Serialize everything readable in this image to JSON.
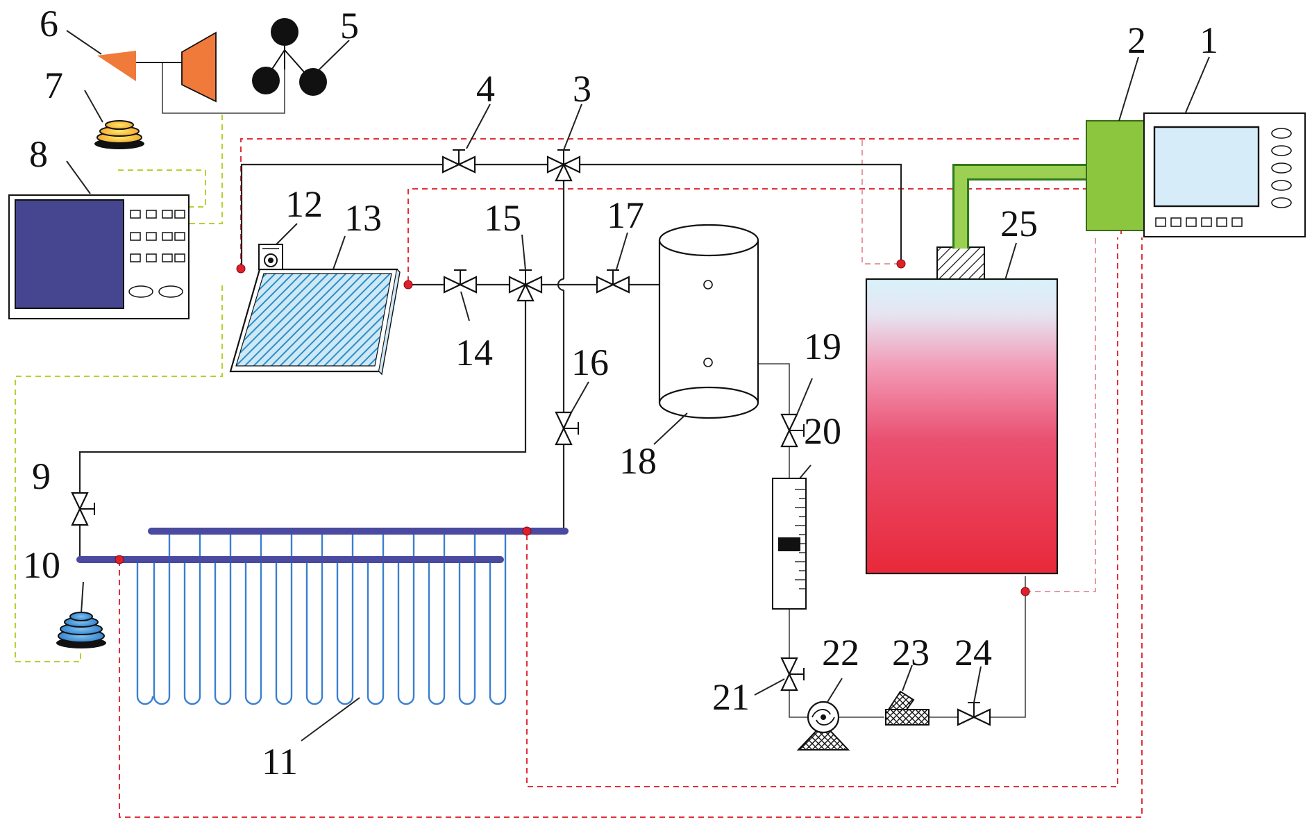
{
  "labels": {
    "l1": "1",
    "l2": "2",
    "l3": "3",
    "l4": "4",
    "l5": "5",
    "l6": "6",
    "l7": "7",
    "l8": "8",
    "l9": "9",
    "l10": "10",
    "l11": "11",
    "l12": "12",
    "l13": "13",
    "l14": "14",
    "l15": "15",
    "l16": "16",
    "l17": "17",
    "l18": "18",
    "l19": "19",
    "l20": "20",
    "l21": "21",
    "l22": "22",
    "l23": "23",
    "l24": "24",
    "l25": "25"
  },
  "colors": {
    "pipe": "#222222",
    "red_signal_line": "#e0303a",
    "pink_signal_line": "#e59aa4",
    "green_signal_line": "#b8cf30",
    "controller_green": "#8cc63e",
    "monitor_screen": "#d6ecf8",
    "logger_screen": "#45468f",
    "solar_collector": "#2a8fc8",
    "heat_exchanger_tube": "#3a7fd0",
    "manifold": "#4a4aa0",
    "fan_orange": "#f07a3a",
    "tank_top": "#d8f2fa",
    "tank_bottom": "#e8293a",
    "sensor_dot": "#e01f2a"
  },
  "icons": {
    "solar_collector": "hatched-panel",
    "tank": "cylinder",
    "pump": "pump-icon",
    "flowmeter": "rotameter-icon",
    "filter": "filter-icon",
    "valves": "valve-icon",
    "fan": "wind-turbine-icon",
    "anemometer": "anemometer-icon"
  }
}
